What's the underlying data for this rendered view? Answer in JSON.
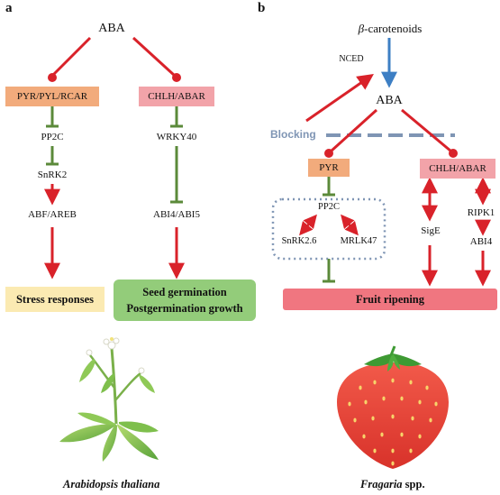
{
  "panel_a": {
    "label": "a",
    "aba": "ABA",
    "left_receptor": "PYR/PYL/RCAR",
    "right_receptor": "CHLH/ABAR",
    "pp2c": "PP2C",
    "snrk2": "SnRK2",
    "abf": "ABF/AREB",
    "wrky": "WRKY40",
    "abi4": "ABI4/ABI5",
    "stress": "Stress responses",
    "seed_line1": "Seed germination",
    "seed_line2": "Postgermination growth",
    "species": "Arabidopsis thaliana"
  },
  "panel_b": {
    "label": "b",
    "carotenoids_symbol": "β",
    "carotenoids_text": "-carotenoids",
    "nced": "NCED",
    "aba": "ABA",
    "blocking": "Blocking",
    "pyr": "PYR",
    "chlh": "CHLH/ABAR",
    "pp2c": "PP2C",
    "snrk": "SnRK2.6",
    "mrlk": "MRLK47",
    "sige": "SigE",
    "ripk1": "RIPK1",
    "abi4": "ABI4",
    "fruit": "Fruit ripening",
    "species_italic": "Fragaria",
    "species_rest": " spp."
  },
  "colors": {
    "activation": "#d9222a",
    "inhibition": "#5b8a3a",
    "biosynthesis": "#3d7fc4",
    "blocking": "#7f95b4",
    "box_orange": "#f2ab7c",
    "box_pink": "#f2a3a9",
    "box_yellow": "#fbeab2",
    "box_green": "#93cc7a",
    "box_red": "#f07680"
  }
}
